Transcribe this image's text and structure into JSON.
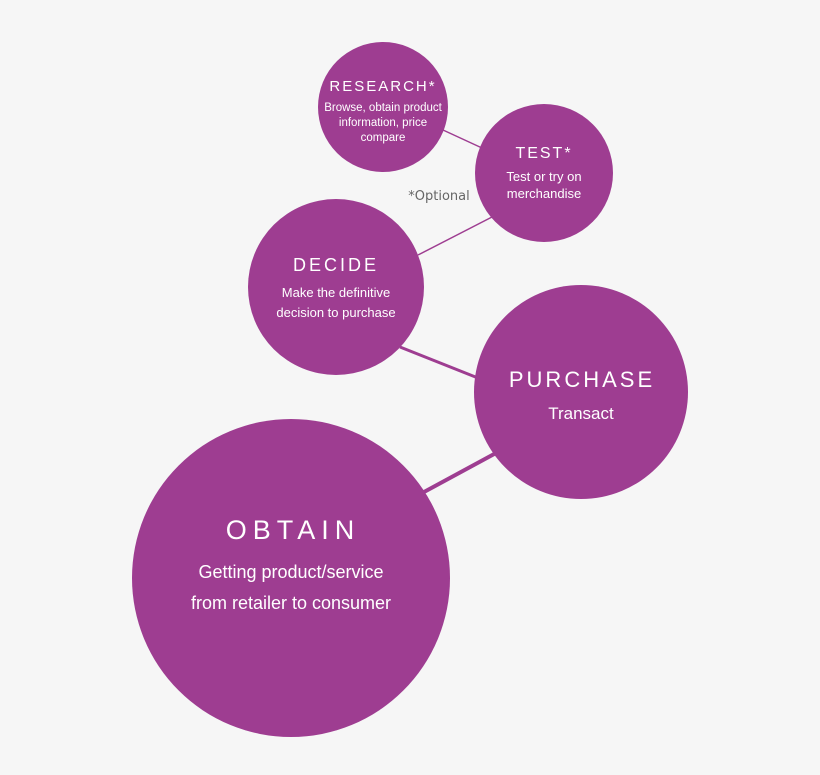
{
  "colors": {
    "circle": "#9e3d91",
    "background": "#f6f6f6",
    "connector": "#9e3d91"
  },
  "note": "*Optional",
  "stages": {
    "research": {
      "title": "RESEARCH*",
      "desc": [
        "Browse, obtain product",
        "information, price",
        "compare"
      ]
    },
    "test": {
      "title": "TEST*",
      "desc": [
        "Test or try on",
        "merchandise"
      ]
    },
    "decide": {
      "title": "DECIDE",
      "desc": [
        "Make the definitive",
        "decision to purchase"
      ]
    },
    "purchase": {
      "title": "PURCHASE",
      "desc": [
        "Transact"
      ]
    },
    "obtain": {
      "title": "OBTAIN",
      "desc": [
        "Getting product/service",
        "from retailer to consumer"
      ]
    }
  }
}
